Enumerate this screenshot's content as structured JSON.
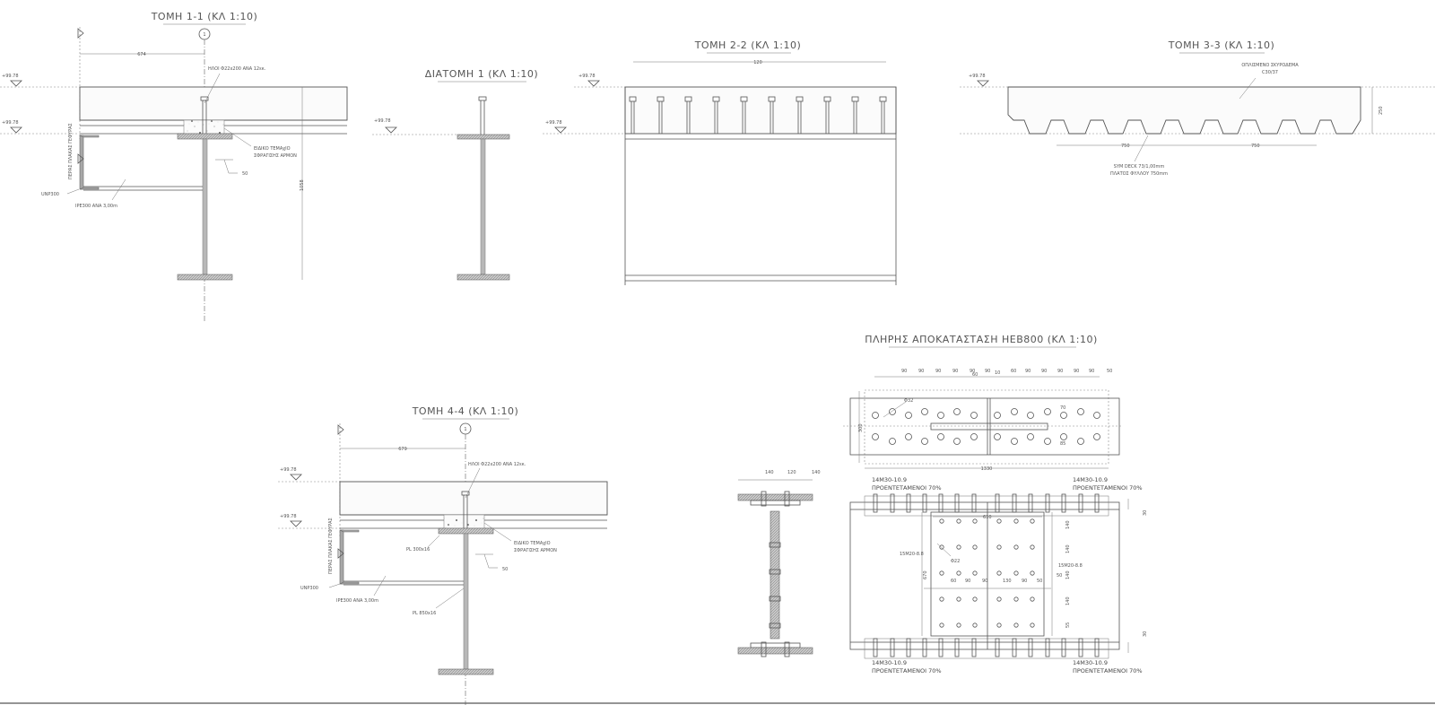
{
  "drawing": {
    "section_1_1": {
      "title": "ΤΟΜΗ 1-1 (ΚΛ 1:10)",
      "marker": "1",
      "dim_top": "674",
      "level_top": "+99.78",
      "level_bottom": "+99.78",
      "studs_label": "ΗΛΟΙ Φ22x200 ΑΝΑ 12εκ.",
      "seal_label_1": "ΕΙΔΙΚΟ ΤΕΜΑχΙΟ",
      "seal_label_2": "ΣΦΡΑΓΙΣΗΣ ΑΡΜΟΝ",
      "gap_dim": "50",
      "height_dim": "1058",
      "edge_label": "ΠΕΡΑΣ ΠΛΑΚΑΣ ΓΕΦΥΡΑΣ",
      "channel_label": "UNP300",
      "beam_label": "IPE300 ΑΝΑ 3,00m"
    },
    "cross_section_1": {
      "title": "ΔΙΑΤΟΜΗ 1 (ΚΛ 1:10)",
      "level": "+99.78"
    },
    "section_2_2": {
      "title": "ΤΟΜΗ 2-2 (ΚΛ 1:10)",
      "level_top": "+99.78",
      "level_bottom": "+99.78",
      "spacing_dim": "120"
    },
    "section_3_3": {
      "title": "ΤΟΜΗ 3-3 (ΚΛ 1:10)",
      "level": "+99.78",
      "concrete_label_1": "ΟΠΛΙΣΜΕΝΟ ΣΚΥΡΟΔΕΜΑ",
      "concrete_label_2": "C30/37",
      "thickness_dim": "250",
      "span_dim_1": "750",
      "span_dim_2": "750",
      "deck_label_1": "SYM DECK 73/1,00mm",
      "deck_label_2": "ΠΛΑΤΟΣ ΦΥΛΛΟΥ 750mm"
    },
    "section_4_4": {
      "title": "ΤΟΜΗ 4-4 (ΚΛ 1:10)",
      "marker": "1",
      "dim_top": "679",
      "level_top": "+99.78",
      "level_bottom": "+99.78",
      "studs_label": "ΗΛΟΙ Φ22x200 ΑΝΑ 12εκ.",
      "seal_label_1": "ΕΙΔΙΚΟ ΤΕΜΑχΙΟ",
      "seal_label_2": "ΣΦΡΑΓΙΣΗΣ ΑΡΜΟΝ",
      "plate_top_label": "PL 300x16",
      "gap_dim": "50",
      "edge_label": "ΠΕΡΑΣ ΠΛΑΚΑΣ ΓΕΦΥΡΑΣ",
      "channel_label": "UNP300",
      "beam_label": "IPE300 ΑΝΑ 3,00m",
      "plate_web_label": "PL 850x16"
    },
    "heb800_restoration": {
      "title": "ΠΛΗΡΗΣ ΑΠΟΚΑΤΑΣΤΑΣΗ HEB800 (ΚΛ 1:10)",
      "top_dims": [
        "90",
        "90",
        "90",
        "90",
        "90",
        "90",
        "10",
        "60",
        "90",
        "90",
        "90",
        "90",
        "90",
        "50"
      ],
      "inner_dim": "60",
      "hole_dia": "Φ32",
      "width_dim": "300",
      "offset_dim_1": "70",
      "offset_dim_2": "85",
      "length_dim": "1330",
      "flange_dims": [
        "140",
        "120",
        "140"
      ],
      "bolts_tl_1": "14M30-10.9",
      "bolts_tl_2": "ΠΡΟΕΝΤΕΤΑΜΕΝΟΙ 70%",
      "bolts_tr_1": "14M30-10.9",
      "bolts_tr_2": "ΠΡΟΕΝΤΕΤΑΜΕΝΟΙ 70%",
      "bolts_bl_1": "14M30-10.9",
      "bolts_bl_2": "ΠΡΟΕΝΤΕΤΑΜΕΝΟΙ 70%",
      "bolts_br_1": "14M30-10.9",
      "bolts_br_2": "ΠΡΟΕΝΤΕΤΑΜΕΝΟΙ 70%",
      "web_plate_width": "610",
      "web_plate_height": "670",
      "web_bolts_left": "15M20-8.8",
      "web_bolts_right": "15M20-8.8",
      "web_hole_dia": "Φ22",
      "web_h_dims": [
        "60",
        "90",
        "90",
        "130",
        "90",
        "50"
      ],
      "web_v_dims": [
        "140",
        "140",
        "140",
        "140",
        "55"
      ],
      "web_v_small": "50",
      "edge_dim_top": "30",
      "edge_dim_bottom": "30"
    }
  }
}
